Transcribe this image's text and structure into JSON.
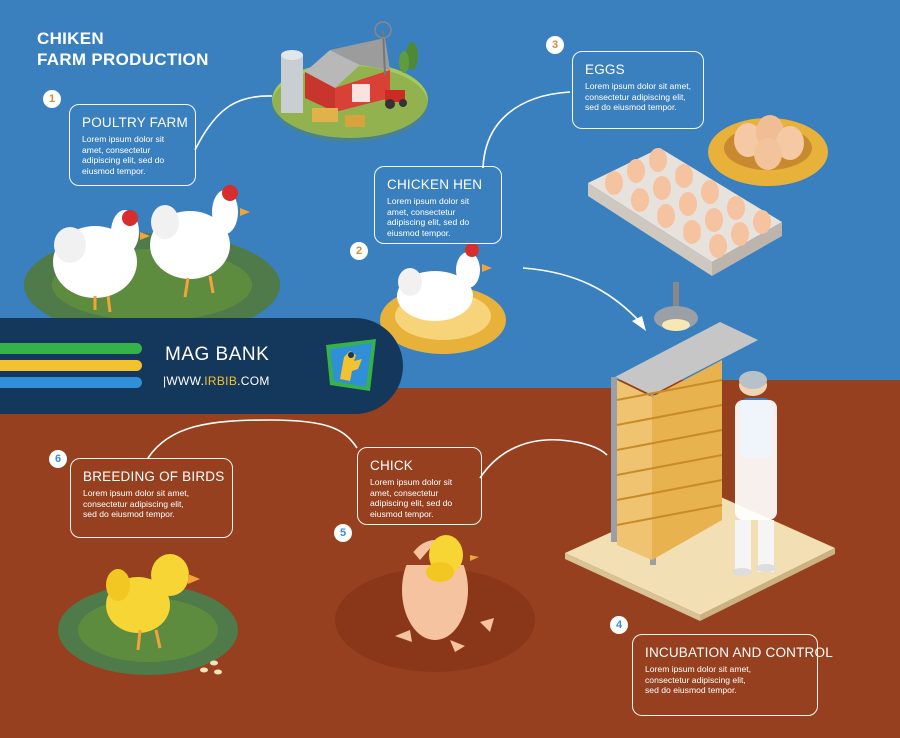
{
  "title_line1": "CHIKEN",
  "title_line2": "FARM PRODUCTION",
  "lorem": "Lorem ipsum dolor sit amet, consectetur adipiscing elit, sed do eiusmod tempor.",
  "steps": [
    {
      "number": "1",
      "heading": "POULTRY FARM"
    },
    {
      "number": "2",
      "heading": "CHICKEN HEN"
    },
    {
      "number": "3",
      "heading": "EGGS"
    },
    {
      "number": "4",
      "heading": "INCUBATION AND CONTROL"
    },
    {
      "number": "5",
      "heading": "CHICK"
    },
    {
      "number": "6",
      "heading": "BREEDING OF BIRDS"
    }
  ],
  "banner": {
    "name": "MAG BANK",
    "url_prefix": "|WWW.",
    "url_highlight": "IRBIB",
    "url_suffix": ".COM"
  },
  "colors": {
    "sky": "#3a80bf",
    "ground": "#96401f",
    "banner": "#14375c",
    "stripe_green": "#37b24a",
    "stripe_yellow": "#f2c230",
    "stripe_blue": "#2f8fd8",
    "gold_number": "#c5903d",
    "blue_number": "#3f8bcf"
  }
}
